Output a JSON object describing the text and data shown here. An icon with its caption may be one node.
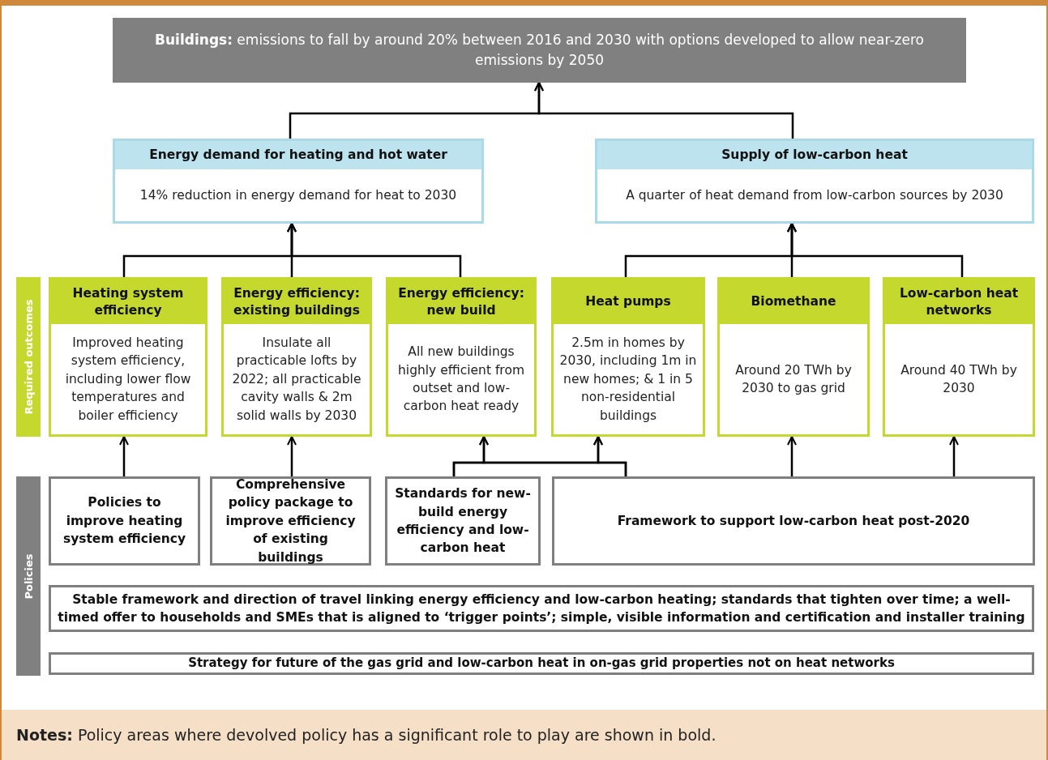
{
  "diagram": {
    "nodes": [
      {
        "text": [
          "**Buildings:** emissions  to fall by around 20% between 2016 and 2030 with options developed to allow near-zero emissions by 2050"
        ]
      },
      {
        "text": [
          "Energy demand for heating and hot water",
          "14% reduction in energy demand  for heat to 2030"
        ]
      },
      {
        "text": [
          "Supply of low-carbon heat",
          "A quarter of heat demand from low-carbon sources by 2030"
        ]
      },
      {
        "text": [
          "Required outcomes"
        ]
      },
      {
        "text": [
          "Heating system efficiency",
          "Improved heating system efficiency, including lower flow temperatures and boiler efficiency"
        ]
      },
      {
        "text": [
          "Energy efficiency: existing buildings",
          "Insulate all practicable lofts by 2022; all practicable cavity walls & 2m solid walls by 2030"
        ]
      },
      {
        "text": [
          "Energy efficiency: new build",
          "All new buildings highly efficient from outset and low-carbon heat ready"
        ]
      },
      {
        "text": [
          "Heat pumps",
          "2.5m in homes by 2030, including 1m in new homes; & 1 in 5 non-residential buildings"
        ]
      },
      {
        "text": [
          "Biomethane",
          "Around 20 TWh by 2030 to gas grid"
        ]
      },
      {
        "text": [
          "Low-carbon heat networks",
          "Around 40 TWh by 2030"
        ]
      },
      {
        "text": [
          "Policies"
        ]
      },
      {
        "text": [
          "Policies to improve heating system efficiency"
        ]
      },
      {
        "text": [
          "Comprehensive policy package to improve efficiency of existing buildings"
        ]
      },
      {
        "text": [
          "Standards for new-build energy efficiency and low-carbon heat"
        ]
      },
      {
        "text": [
          "Framework to support low-carbon heat post-2020"
        ]
      },
      {
        "text": [
          "Stable framework and direction of travel linking energy efficiency and low-carbon heating; standards that tighten over time; a well-timed offer to households and SMEs that is aligned to ‘trigger points’; simple, visible information and certification and installer training"
        ]
      },
      {
        "text": [
          "Strategy for future of the gas grid and low-carbon heat in on-gas grid properties not on heat networks"
        ]
      }
    ],
    "edges": [
      {
        "from": 1,
        "to": 0,
        "arrow": "to"
      },
      {
        "from": 2,
        "to": 0,
        "arrow": "to"
      },
      {
        "from": 4,
        "to": 1,
        "arrow": "to"
      },
      {
        "from": 5,
        "to": 1,
        "arrow": "to"
      },
      {
        "from": 6,
        "to": 1,
        "arrow": "to"
      },
      {
        "from": 7,
        "to": 2,
        "arrow": "to"
      },
      {
        "from": 8,
        "to": 2,
        "arrow": "to"
      },
      {
        "from": 9,
        "to": 2,
        "arrow": "to"
      },
      {
        "from": 11,
        "to": 4,
        "arrow": "to"
      },
      {
        "from": 12,
        "to": 5,
        "arrow": "to"
      },
      {
        "from": 13,
        "to": 6,
        "arrow": "to"
      },
      {
        "from": 13,
        "to": 7,
        "arrow": "to"
      },
      {
        "from": 14,
        "to": 6,
        "arrow": "to"
      },
      {
        "from": 14,
        "to": 7,
        "arrow": "to"
      },
      {
        "from": 14,
        "to": 8,
        "arrow": "to"
      },
      {
        "from": 14,
        "to": 9,
        "arrow": "to"
      }
    ],
    "labels": [
      "**Notes:** Policy areas where devolved policy has a significant role to play are shown in bold."
    ]
  }
}
